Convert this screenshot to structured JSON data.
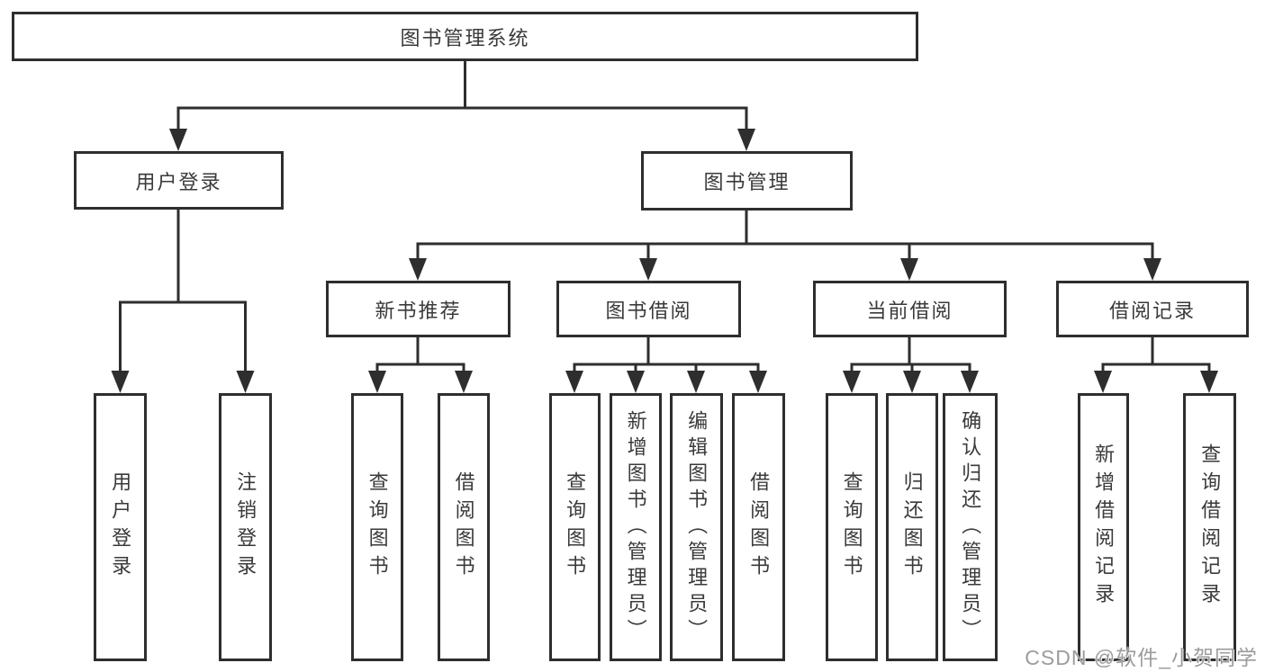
{
  "diagram": {
    "root": {
      "label": "图书管理系统"
    },
    "branches": {
      "user_login": {
        "label": "用户登录"
      },
      "book_mgmt": {
        "label": "图书管理"
      },
      "new_book_rec": {
        "label": "新书推荐"
      },
      "book_borrow": {
        "label": "图书借阅"
      },
      "current_borrow": {
        "label": "当前借阅"
      },
      "borrow_record": {
        "label": "借阅记录"
      }
    },
    "leaves": {
      "user_login": {
        "label": "用户登录"
      },
      "logout": {
        "label": "注销登录"
      },
      "query_book_rec": {
        "label": "查询图书"
      },
      "borrow_book_rec": {
        "label": "借阅图书"
      },
      "query_book_borrow": {
        "label": "查询图书"
      },
      "add_book_admin": {
        "label": "新增图书（管理员）"
      },
      "edit_book_admin": {
        "label": "编辑图书（管理员）"
      },
      "borrow_book_2": {
        "label": "借阅图书"
      },
      "query_book_current": {
        "label": "查询图书"
      },
      "return_book": {
        "label": "归还图书"
      },
      "confirm_return_admin": {
        "label": "确认归还（管理员）"
      },
      "add_borrow_record": {
        "label": "新增借阅记录"
      },
      "query_borrow_record": {
        "label": "查询借阅记录"
      }
    }
  },
  "watermark": {
    "text": "CSDN @软件_小贺同学"
  },
  "colors": {
    "line": "#2e2e2e",
    "text": "#3a3a3a",
    "background": "#ffffff",
    "watermark": "#9c9c9c"
  }
}
